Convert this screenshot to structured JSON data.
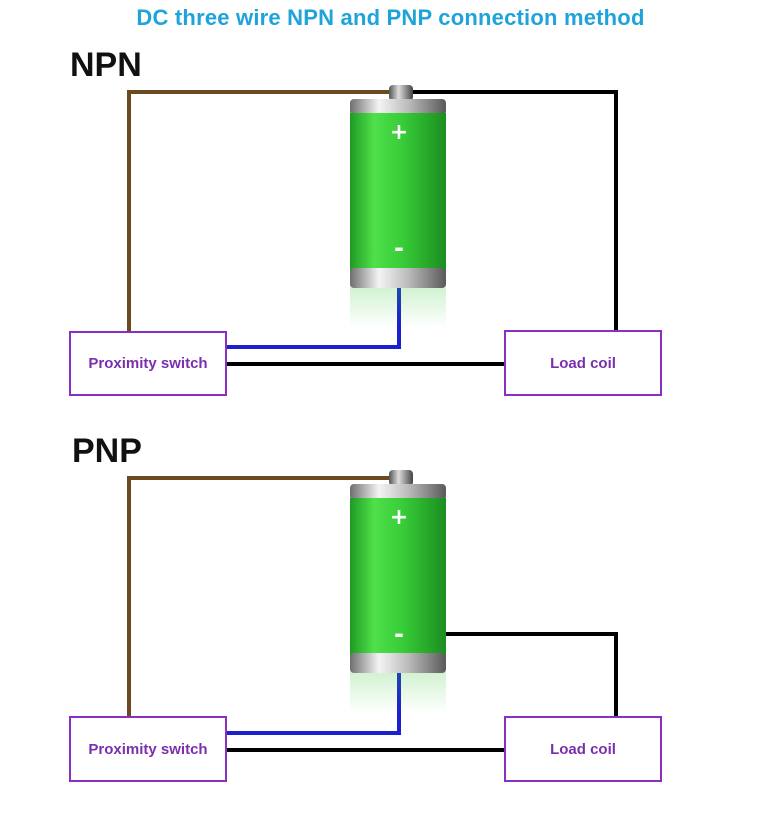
{
  "title": "DC three wire NPN and PNP connection method",
  "npn": {
    "label": "NPN",
    "battery": {
      "plus": "+",
      "minus": "-"
    },
    "proximity_switch": "Proximity switch",
    "load": "Load coil"
  },
  "pnp": {
    "label": "PNP",
    "battery": {
      "plus": "+",
      "minus": "-"
    },
    "proximity_switch": "Proximity switch",
    "load": "Load coil"
  },
  "colors": {
    "title": "#1ea3da",
    "box_border": "#8a2fc2",
    "box_text": "#7a2fb0",
    "brown_wire": "#6b4a1f",
    "black_wire": "#000000",
    "blue_wire": "#1b1fd0",
    "battery_green": "#39c83a"
  }
}
